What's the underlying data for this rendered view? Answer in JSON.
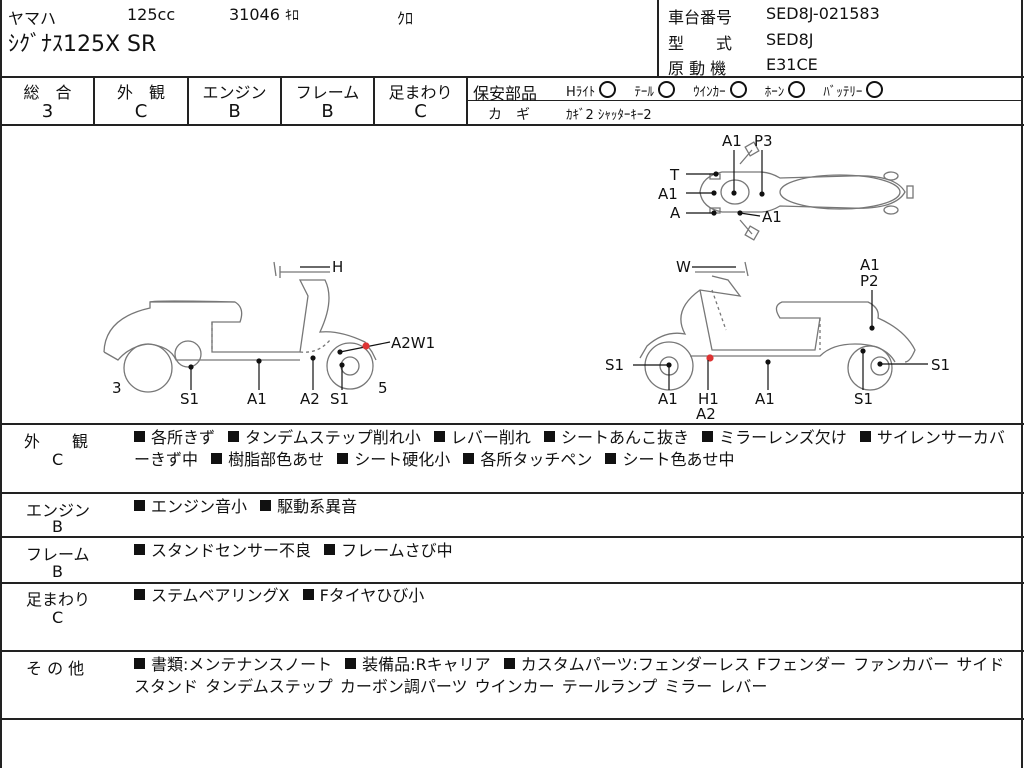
{
  "header": {
    "maker": "ヤマハ",
    "displacement": "125cc",
    "mileage": "31046",
    "mileage_unit": "ｷﾛ",
    "color": "ｸﾛ",
    "model_name": "ｼｸﾞﾅｽ125X SR",
    "frame_no_label": "車台番号",
    "frame_no": "SED8J-021583",
    "type_label": "型　　式",
    "type": "SED8J",
    "engine_label": "原 動 機",
    "engine": "E31CE"
  },
  "grades": [
    {
      "label": "総　合",
      "value": "3"
    },
    {
      "label": "外　観",
      "value": "C"
    },
    {
      "label": "エンジン",
      "value": "B"
    },
    {
      "label": "フレーム",
      "value": "B"
    },
    {
      "label": "足まわり",
      "value": "C"
    }
  ],
  "safety": {
    "label": "保安部品",
    "items": [
      "Hﾗｲﾄ",
      "ﾃｰﾙ",
      "ｳｲﾝｶｰ",
      "ﾎｰﾝ",
      "ﾊﾞｯﾃﾘｰ"
    ],
    "key_label": "カ　ギ",
    "key_value": "ｶｷﾞ2 ｼｬｯﾀｰｷｰ2"
  },
  "diagram": {
    "top": {
      "a1": "A1",
      "p3": "P3",
      "t": "T",
      "a1_left": "A1",
      "a": "A",
      "a1_bottom": "A1"
    },
    "left": {
      "h": "H",
      "a2w1": "A2W1",
      "n3": "3",
      "n5": "5",
      "s1a": "S1",
      "a1": "A1",
      "a2": "A2",
      "s1b": "S1"
    },
    "right": {
      "w": "W",
      "a1": "A1",
      "p2": "P2",
      "s1_left": "S1",
      "s1_right": "S1",
      "a1_b1": "A1",
      "h1": "H1",
      "a2": "A2",
      "a1_b2": "A1",
      "s1_b": "S1"
    }
  },
  "sections": [
    {
      "label": "外　　観",
      "grade": "C",
      "items": [
        "各所きず",
        "タンデムステップ削れ小",
        "レバー削れ",
        "シートあんこ抜き",
        "ミラーレンズ欠け",
        "サイレンサーカバーきず中",
        "樹脂部色あせ",
        "シート硬化小",
        "各所タッチペン",
        "シート色あせ中"
      ]
    },
    {
      "label": "エンジン",
      "grade": "B",
      "items": [
        "エンジン音小",
        "駆動系異音"
      ]
    },
    {
      "label": "フレーム",
      "grade": "B",
      "items": [
        "スタンドセンサー不良",
        "フレームさび中"
      ]
    },
    {
      "label": "足まわり",
      "grade": "C",
      "items": [
        "ステムベアリングX",
        "Fタイヤひび小"
      ]
    },
    {
      "label": "そ の 他",
      "grade": "",
      "items": [
        "書類:メンテナンスノート",
        "装備品:Rキャリア",
        "カスタムパーツ:フェンダーレス Fフェンダー ファンカバー サイドスタンド タンデムステップ カーボン調パーツ ウインカー テールランプ ミラー レバー"
      ]
    }
  ]
}
